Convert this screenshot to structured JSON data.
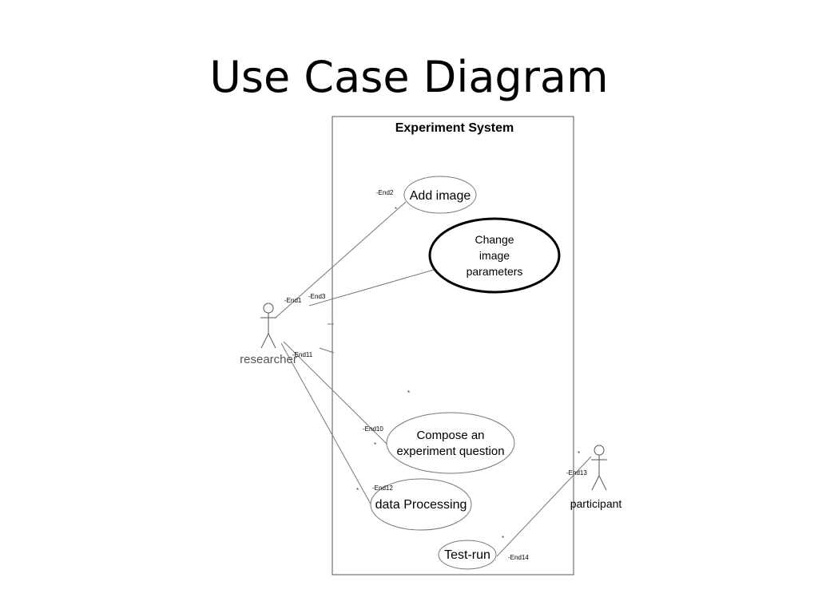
{
  "slide": {
    "title": "Use Case Diagram"
  },
  "system": {
    "name": "Experiment System"
  },
  "actors": {
    "researcher": {
      "name": "researcher"
    },
    "participant": {
      "name": "participant"
    }
  },
  "use_cases": {
    "add_image": {
      "label": "Add image"
    },
    "change_params": {
      "lines": [
        "Change",
        "image",
        "parameters"
      ]
    },
    "compose": {
      "lines": [
        "Compose an",
        "experiment question"
      ]
    },
    "data_processing": {
      "label": "data Processing"
    },
    "test_run": {
      "label": "Test-run"
    }
  },
  "association_ends": {
    "end1": "-End1",
    "end2": "-End2",
    "end3": "-End3",
    "end10": "-End10",
    "end11": "-End11",
    "end12": "-End12",
    "end13": "-End13",
    "end14": "-End14"
  },
  "multiplicity": "*",
  "colors": {
    "line": "#555555",
    "bold_outline": "#000000",
    "text": "#000000"
  }
}
